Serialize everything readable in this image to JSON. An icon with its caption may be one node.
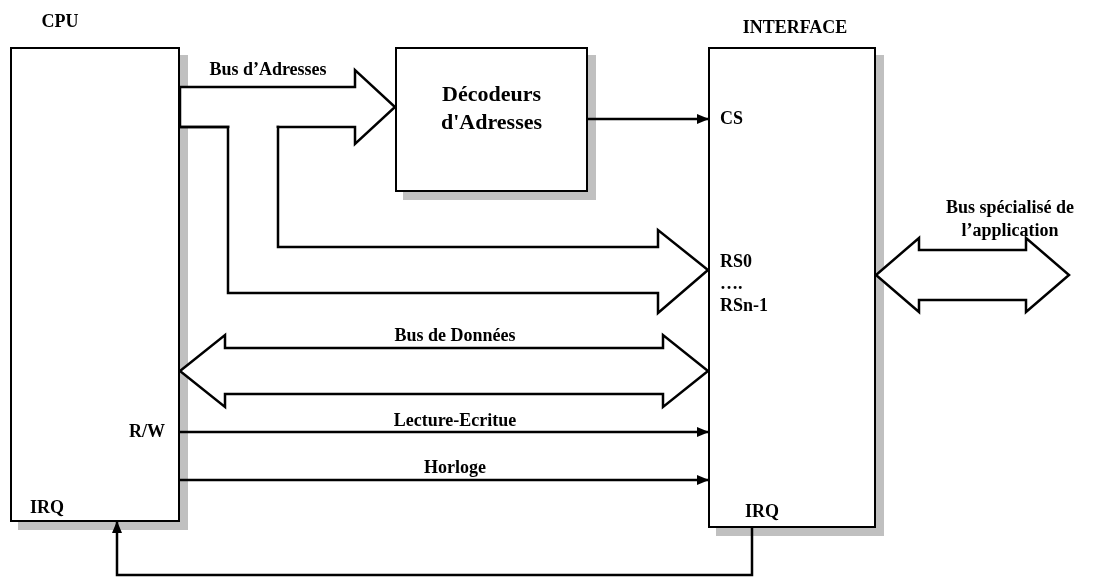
{
  "diagram": {
    "nodes": [
      {
        "text": [
          "CPU",
          "R/W",
          "IRQ"
        ]
      },
      {
        "text": [
          "Décodeurs d'Adresses"
        ]
      },
      {
        "text": [
          "INTERFACE",
          "CS",
          "RS0",
          "….",
          "RSn-1",
          "IRQ"
        ]
      }
    ],
    "edges": [
      {
        "from": 0,
        "to": 1,
        "arrow": "to",
        "style": "thick",
        "label": "Bus d’Adresses"
      },
      {
        "from": 0,
        "to": 2,
        "arrow": "to",
        "style": "thick"
      },
      {
        "from": 1,
        "to": 2,
        "arrow": "to"
      },
      {
        "from": 0,
        "to": 2,
        "arrow": "both",
        "style": "thick",
        "label": "Bus de Données"
      },
      {
        "from": 0,
        "to": 2,
        "arrow": "to",
        "label": "Lecture-Ecritue"
      },
      {
        "from": 0,
        "to": 2,
        "arrow": "to",
        "label": "Horloge"
      },
      {
        "from": 2,
        "to": 0,
        "arrow": "to"
      },
      {
        "from": 2,
        "to": null,
        "arrow": "both",
        "style": "thick",
        "label": "Bus spécialisé de l’application"
      }
    ]
  }
}
